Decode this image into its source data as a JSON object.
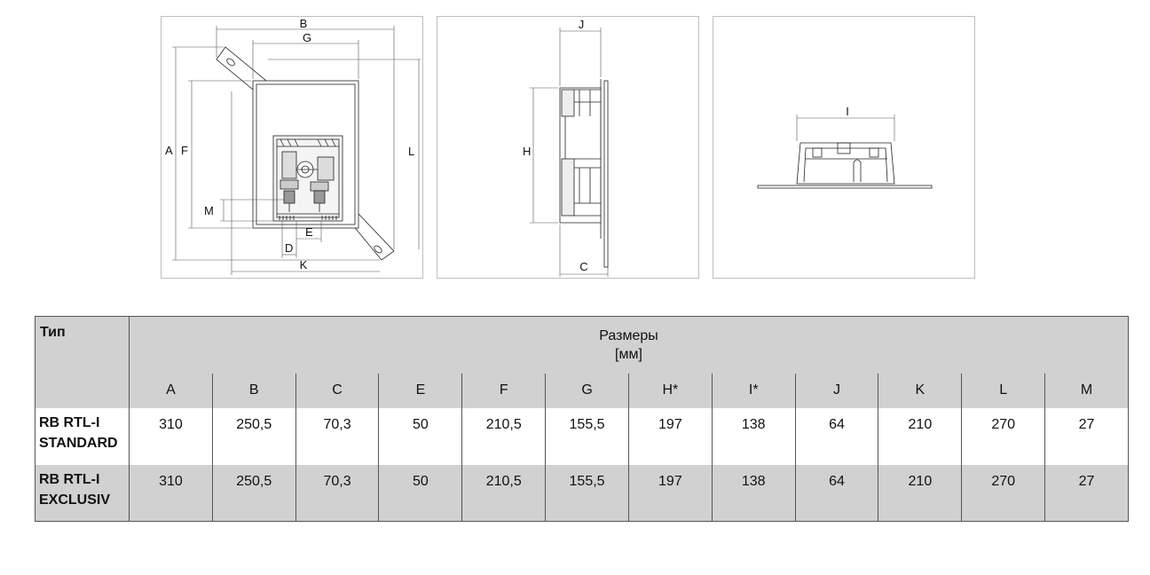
{
  "drawings": {
    "front": {
      "labels": {
        "A": "A",
        "B": "B",
        "D": "D",
        "E": "E",
        "F": "F",
        "G": "G",
        "K": "K",
        "L": "L",
        "M": "M"
      }
    },
    "side": {
      "labels": {
        "C": "C",
        "H": "H",
        "J": "J"
      }
    },
    "top": {
      "labels": {
        "I": "I"
      }
    }
  },
  "table": {
    "type_header": "Тип",
    "title_line1": "Размеры",
    "title_line2": "[мм]",
    "columns": [
      "A",
      "B",
      "C",
      "E",
      "F",
      "G",
      "H*",
      "I*",
      "J",
      "K",
      "L",
      "M"
    ],
    "rows": [
      {
        "type_line1": "RB RTL-I",
        "type_line2": "STANDARD",
        "values": [
          "310",
          "250,5",
          "70,3",
          "50",
          "210,5",
          "155,5",
          "197",
          "138",
          "64",
          "210",
          "270",
          "27"
        ]
      },
      {
        "type_line1": "RB RTL-I",
        "type_line2": "EXCLUSIV",
        "values": [
          "310",
          "250,5",
          "70,3",
          "50",
          "210,5",
          "155,5",
          "197",
          "138",
          "64",
          "210",
          "270",
          "27"
        ]
      }
    ]
  }
}
